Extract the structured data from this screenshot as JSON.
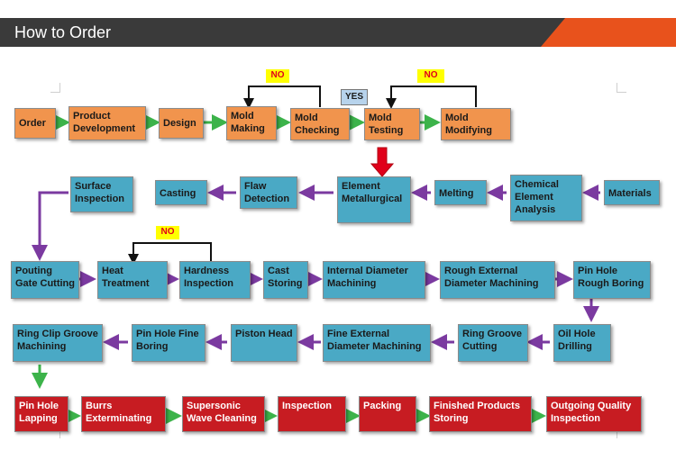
{
  "header": {
    "title": "How to Order"
  },
  "tags": {
    "no1": "NO",
    "no2": "NO",
    "no3": "NO",
    "yes": "YES"
  },
  "steps": {
    "order": "Order",
    "product_development": "Product Development",
    "design": "Design",
    "mold_making": "Mold Making",
    "mold_checking": "Mold Checking",
    "mold_testing": "Mold Testing",
    "mold_modifying": "Mold Modifying",
    "materials": "Materials",
    "chemical_analysis": "Chemical Element Analysis",
    "melting": "Melting",
    "element_metallurgical": "Element Metallurgical",
    "flaw_detection": "Flaw Detection",
    "casting": "Casting",
    "surface_inspection": "Surface Inspection",
    "pouting_gate_cutting": "Pouting Gate Cutting",
    "heat_treatment": "Heat Treatment",
    "hardness_inspection": "Hardness Inspection",
    "cast_storing": "Cast Storing",
    "internal_diameter_machining": "Internal Diameter Machining",
    "rough_external_diameter_machining": "Rough External Diameter Machining",
    "pin_hole_rough_boring": "Pin Hole Rough Boring",
    "oil_hole_drilling": "Oil Hole Drilling",
    "ring_groove_cutting": "Ring Groove Cutting",
    "fine_external_diameter_machining": "Fine External Diameter Machining",
    "piston_head": "Piston Head",
    "pin_hole_fine_boring": "Pin Hole Fine Boring",
    "ring_clip_groove_machining": "Ring Clip Groove Machining",
    "pin_hole_lapping": "Pin Hole Lapping",
    "burrs_exterminating": "Burrs Exterminating",
    "supersonic_wave_cleaning": "Supersonic Wave Cleaning",
    "inspection": "Inspection",
    "packing": "Packing",
    "finished_products_storing": "Finished Products Storing",
    "outgoing_quality_inspection": "Outgoing Quality Inspection"
  },
  "colors": {
    "orange": "#f1944d",
    "blue": "#4aa9c5",
    "red": "#c71c22",
    "arrow_green": "#3cb34a",
    "arrow_purple": "#7b3aa0",
    "arrow_red": "#e0001a"
  }
}
